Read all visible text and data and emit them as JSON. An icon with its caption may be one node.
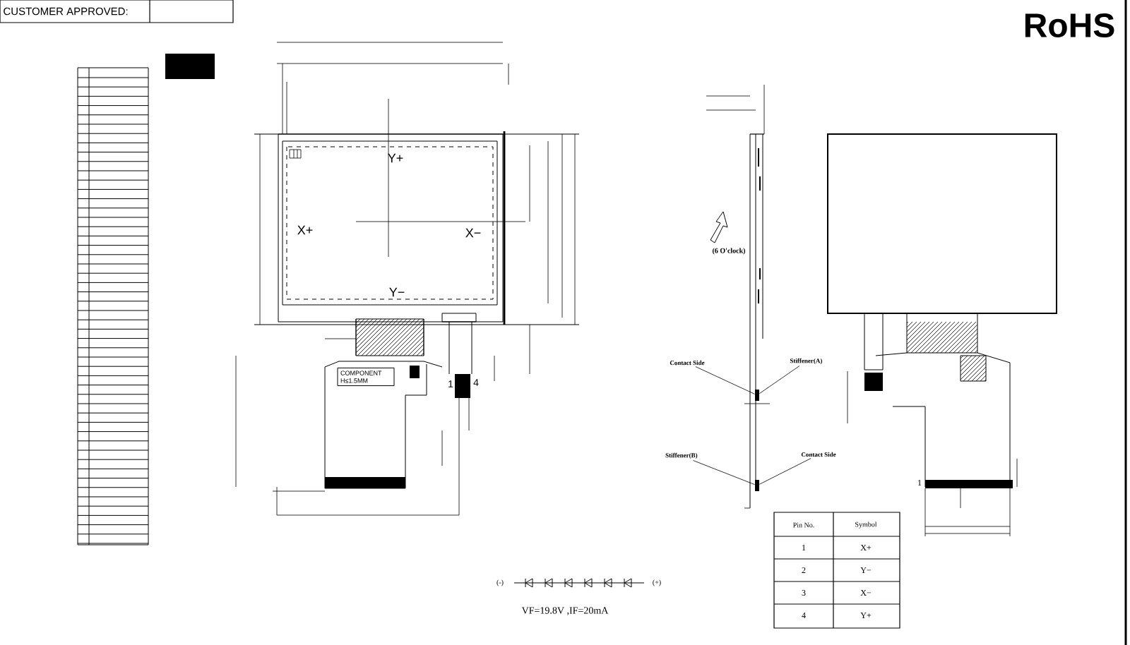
{
  "diagram": {
    "nodes": [
      {
        "text": [
          "Contact Side"
        ]
      },
      {
        "text": [
          "Stiffener(A)"
        ]
      },
      {
        "text": [
          "Stiffener(B)"
        ]
      },
      {
        "text": [
          "Contact Side"
        ]
      },
      {
        "text": [
          "COMPONENT H≤1.5MM"
        ]
      },
      {
        "text": [],
        "shape": "bar"
      },
      {
        "text": [],
        "shape": "bar"
      }
    ],
    "edges": [
      {
        "from": 0,
        "to": 5,
        "arrow": "none"
      },
      {
        "from": 1,
        "to": 5,
        "arrow": "none"
      },
      {
        "from": 2,
        "to": 6,
        "arrow": "none"
      },
      {
        "from": 3,
        "to": 6,
        "arrow": "none"
      }
    ],
    "labels": [
      "CUSTOMER APPROVED:",
      "RoHS",
      "Y+",
      "X+",
      "X−",
      "Y−",
      "1",
      "4",
      "(6 O'clock)",
      "(-)",
      "(+)",
      "VF=19.8V ,IF=20mA",
      "1",
      "Pin No.",
      "Symbol",
      "1",
      "X+",
      "2",
      "Y−",
      "3",
      "X−",
      "4",
      "Y+"
    ]
  }
}
